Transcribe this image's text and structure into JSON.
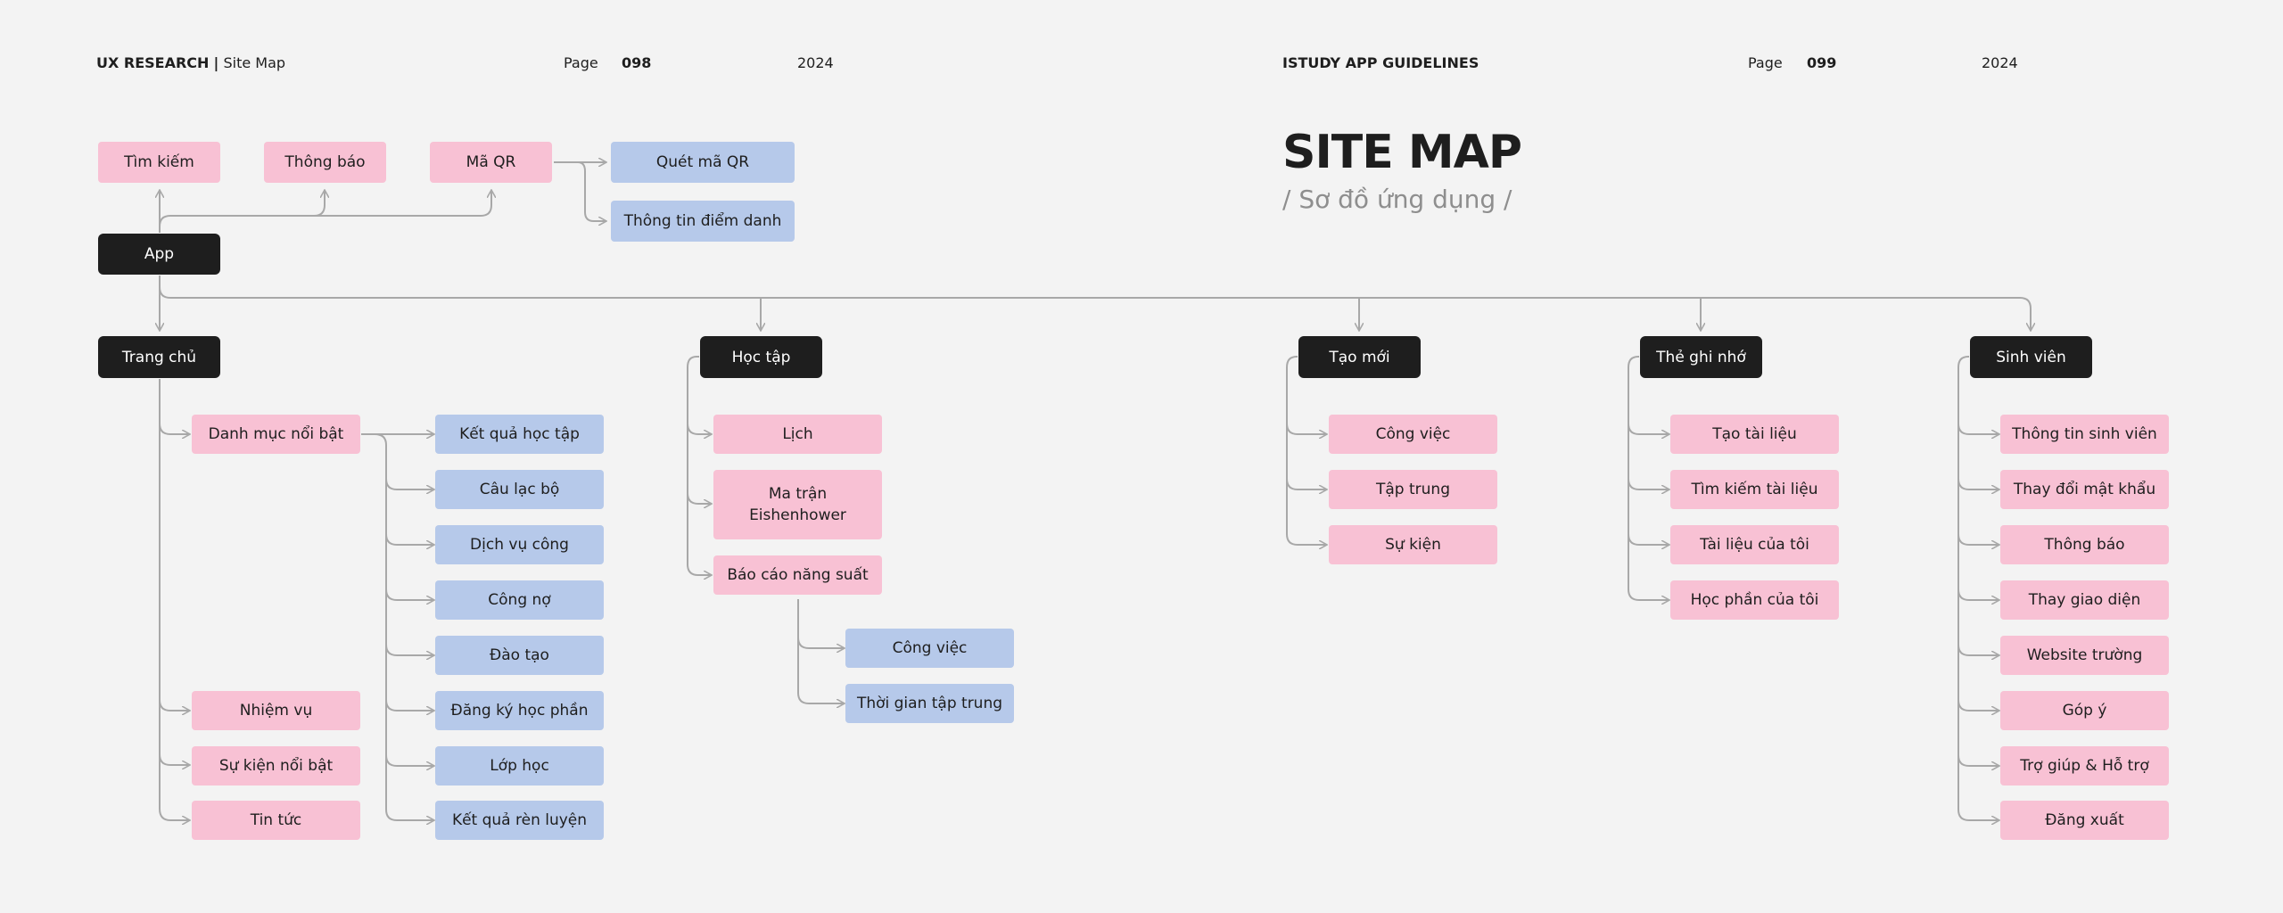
{
  "header_left": {
    "section": "UX RESEARCH",
    "separator": "|",
    "sub": "Site Map",
    "page_label": "Page",
    "page_num": "098",
    "year": "2024"
  },
  "header_right": {
    "section": "ISTUDY APP GUIDELINES",
    "page_label": "Page",
    "page_num": "099",
    "year": "2024"
  },
  "title": {
    "main": "SITE MAP",
    "sub": "/ Sơ đồ ứng dụng /"
  },
  "colors": {
    "root": "#1e1e1e",
    "primary": "#f8c1d4",
    "secondary": "#b6c9ea",
    "line": "#a8a8a8",
    "background": "#f3f3f3"
  },
  "nodes": {
    "app": "App",
    "tim_kiem": "Tìm kiếm",
    "thong_bao": "Thông báo",
    "ma_qr": "Mã QR",
    "quet_ma_qr": "Quét mã QR",
    "thong_tin_diem_danh": "Thông tin điểm danh",
    "trang_chu": "Trang chủ",
    "hoc_tap": "Học tập",
    "tao_moi": "Tạo mới",
    "the_ghi_nho": "Thẻ ghi nhớ",
    "sinh_vien": "Sinh viên"
  },
  "trang_chu": {
    "danh_muc": "Danh mục nổi bật",
    "danh_muc_children": [
      "Kết quả học tập",
      "Câu lạc bộ",
      "Dịch vụ công",
      "Công nợ",
      "Đào tạo",
      "Đăng ký học phần",
      "Lớp học",
      "Kết quả rèn luyện"
    ],
    "others": [
      "Nhiệm vụ",
      "Sự kiện nổi bật",
      "Tin tức"
    ]
  },
  "hoc_tap": {
    "lich": "Lịch",
    "ma_tran_1": "Ma trận",
    "ma_tran_2": "Eishenhower",
    "bao_cao": "Báo cáo năng suất",
    "bao_cao_children": [
      "Công việc",
      "Thời gian tập trung"
    ]
  },
  "tao_moi": [
    "Công việc",
    "Tập trung",
    "Sự kiện"
  ],
  "the_ghi_nho": [
    "Tạo tài liệu",
    "Tìm kiếm tài liệu",
    "Tài liệu của tôi",
    "Học phần của tôi"
  ],
  "sinh_vien": [
    "Thông tin sinh viên",
    "Thay đổi mật khẩu",
    "Thông báo",
    "Thay giao diện",
    "Website trường",
    "Góp ý",
    "Trợ giúp & Hỗ trợ",
    "Đăng xuất"
  ]
}
